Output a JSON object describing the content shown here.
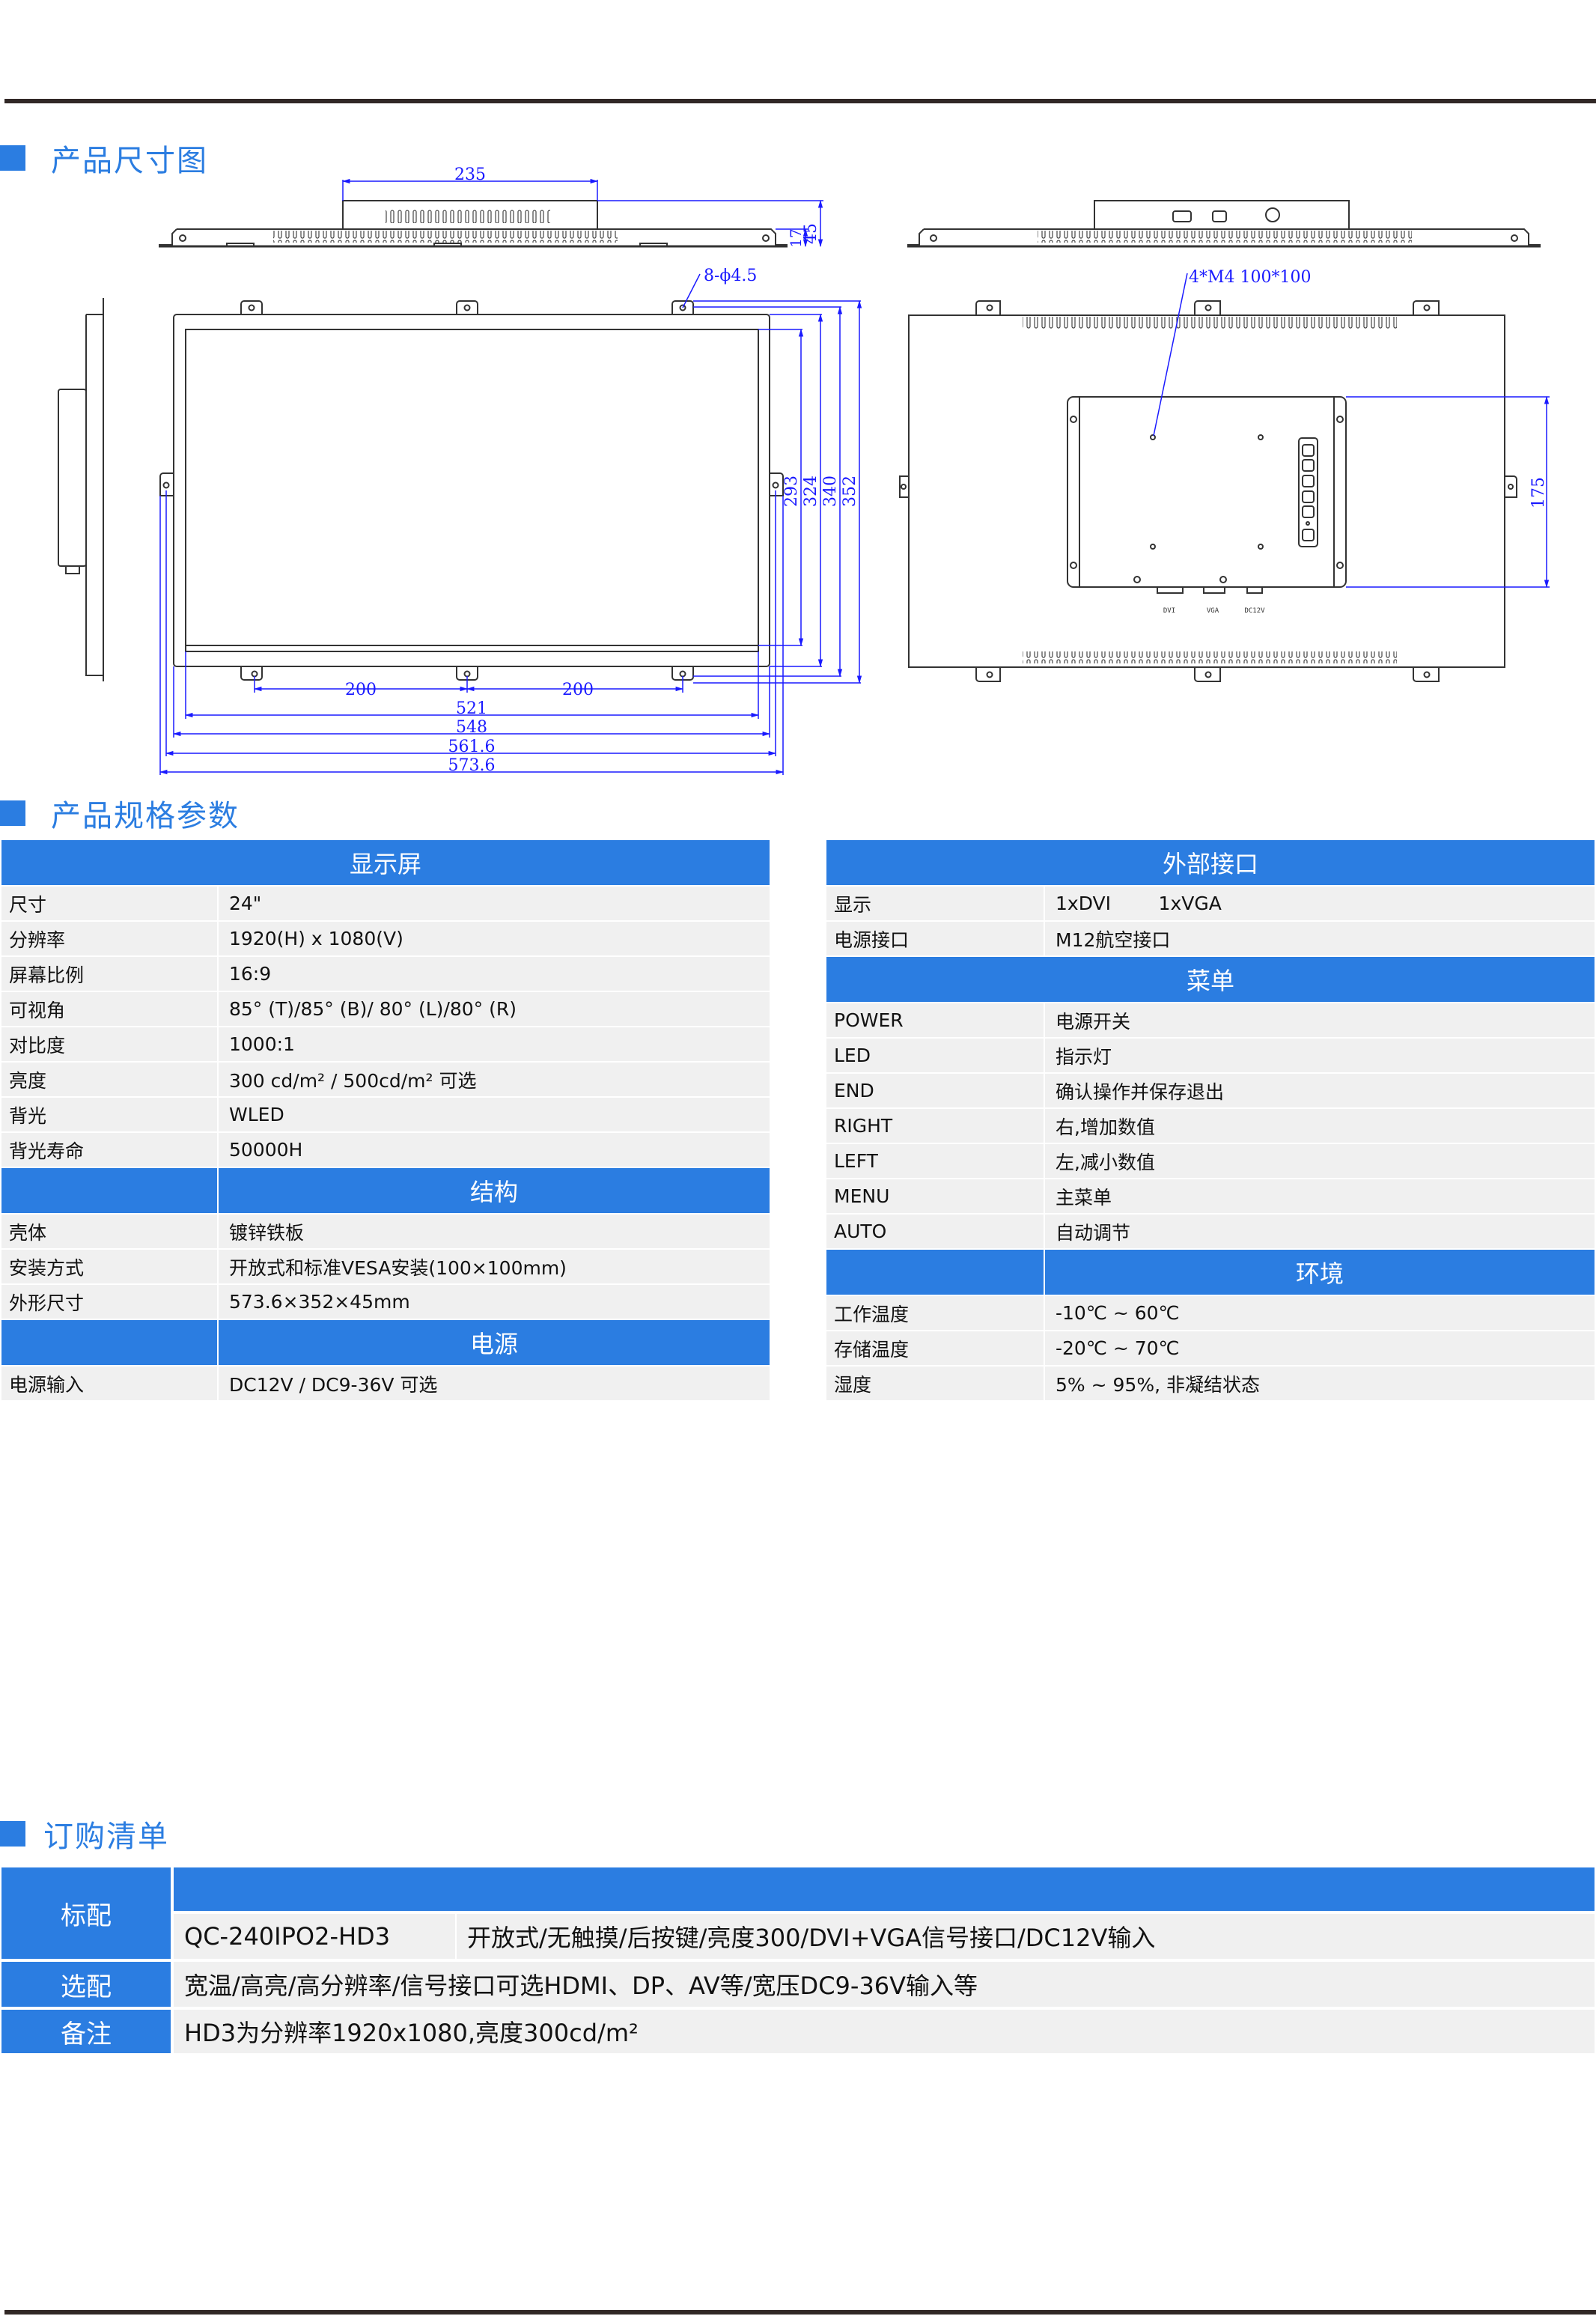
{
  "sections": {
    "dimensions_title": "产品尺寸图",
    "specs_title": "产品规格参数",
    "order_title": "订购清单"
  },
  "drawing": {
    "dims": {
      "top_width": "235",
      "depth_total": "45",
      "depth_frame": "17",
      "hole_note": "8-ϕ4.5",
      "vesa_note": "4*M4  100*100",
      "h_293": "293",
      "h_324": "324",
      "h_340": "340",
      "h_352": "352",
      "spacing_1": "200",
      "spacing_2": "200",
      "w_521": "521",
      "w_548": "548",
      "w_561": "561.6",
      "w_573": "573.6",
      "box_height": "175"
    },
    "rear_buttons": [
      "AUTO",
      "MENU",
      "LEFT",
      "RIGHT",
      "END",
      "POWER"
    ],
    "port_labels": [
      "DVI",
      "VGA",
      "DC12V"
    ]
  },
  "left_table": {
    "display": {
      "header": "显示屏",
      "rows": [
        {
          "k": "尺寸",
          "v": "24\""
        },
        {
          "k": "分辨率",
          "v": "1920(H) x 1080(V)"
        },
        {
          "k": "屏幕比例",
          "v": "16:9"
        },
        {
          "k": "可视角",
          "v": "85° (T)/85° (B)/ 80° (L)/80° (R)"
        },
        {
          "k": "对比度",
          "v": "1000:1"
        },
        {
          "k": "亮度",
          "v": "300 cd/m²   /   500cd/m² 可选"
        },
        {
          "k": "背光",
          "v": "WLED"
        },
        {
          "k": "背光寿命",
          "v": "50000H"
        }
      ]
    },
    "structure": {
      "header": "结构",
      "rows": [
        {
          "k": "壳体",
          "v": "镀锌铁板"
        },
        {
          "k": "安装方式",
          "v": "开放式和标准VESA安装(100×100mm)"
        },
        {
          "k": "外形尺寸",
          "v": "573.6×352×45mm"
        }
      ]
    },
    "power": {
      "header": "电源",
      "rows": [
        {
          "k": "电源输入",
          "v": "DC12V / DC9-36V 可选"
        }
      ]
    }
  },
  "right_table": {
    "interfaces": {
      "header": "外部接口",
      "rows": [
        {
          "k": "显示",
          "v": "1xDVI        1xVGA"
        },
        {
          "k": "电源接口",
          "v": "M12航空接口"
        }
      ]
    },
    "menu": {
      "header": "菜单",
      "rows": [
        {
          "k": "POWER",
          "v": "电源开关"
        },
        {
          "k": "LED",
          "v": "指示灯"
        },
        {
          "k": "END",
          "v": "确认操作并保存退出"
        },
        {
          "k": "RIGHT",
          "v": "右,增加数值"
        },
        {
          "k": "LEFT",
          "v": "左,减小数值"
        },
        {
          "k": "MENU",
          "v": "主菜单"
        },
        {
          "k": "AUTO",
          "v": "自动调节"
        }
      ]
    },
    "environment": {
      "header": "环境",
      "rows": [
        {
          "k": "工作温度",
          "v": "-10℃ ~ 60℃"
        },
        {
          "k": "存储温度",
          "v": "-20℃ ~ 70℃"
        },
        {
          "k": "湿度",
          "v": "5% ~ 95%, 非凝结状态"
        }
      ]
    }
  },
  "order": {
    "standard_label": "标配",
    "model": "QC-240IPO2-HD3",
    "model_desc": "开放式/无触摸/后按键/亮度300/DVI+VGA信号接口/DC12V输入",
    "optional_label": "选配",
    "optional_desc": "宽温/高亮/高分辨率/信号接口可选HDMI、DP、AV等/宽压DC9-36V输入等",
    "note_label": "备注",
    "note_desc": "HD3为分辨率1920x1080,亮度300cd/m²"
  },
  "colors": {
    "accent": "#2b7de1",
    "row_bg": "#f0f0f0",
    "rule": "#312826",
    "dim_line": "#1a1aff"
  }
}
